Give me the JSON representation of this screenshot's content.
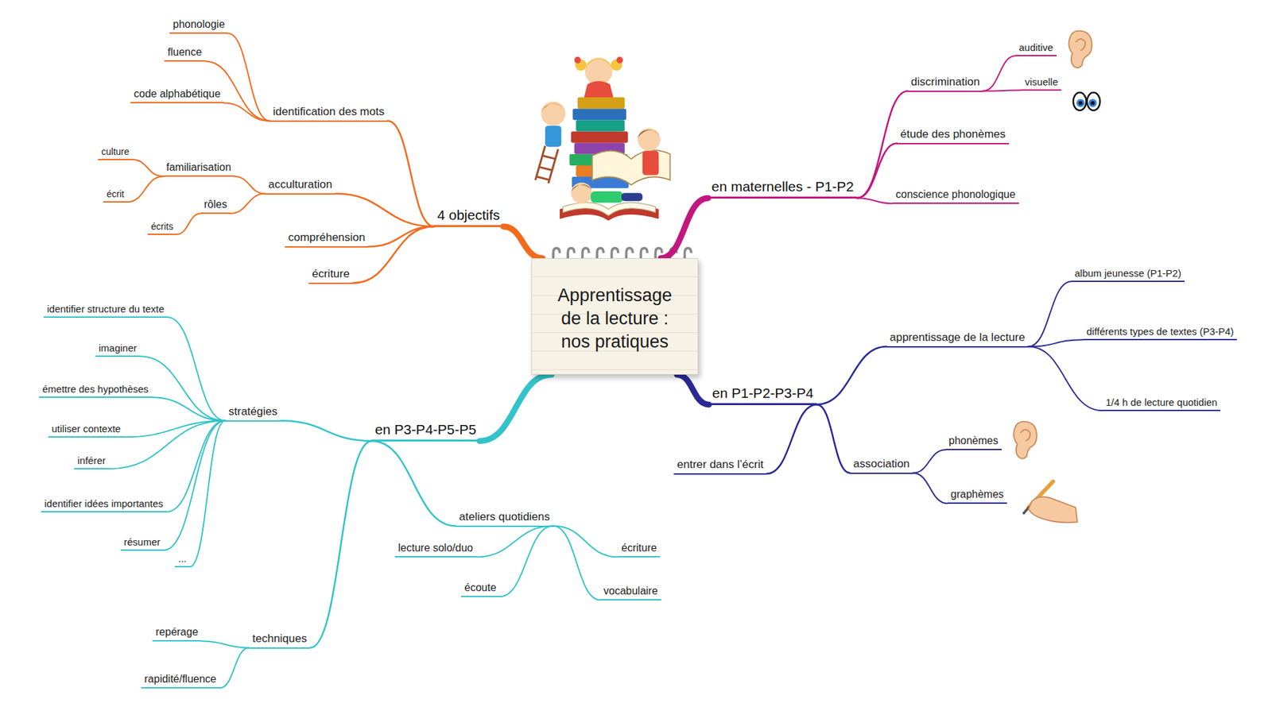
{
  "diagram": {
    "nodes": [
      {
        "text": [
          "Apprentissage de la lecture : nos pratiques"
        ]
      },
      {
        "text": [
          "4 objectifs"
        ]
      },
      {
        "text": [
          "identification des mots"
        ]
      },
      {
        "text": [
          "phonologie"
        ]
      },
      {
        "text": [
          "fluence"
        ]
      },
      {
        "text": [
          "code alphabétique"
        ]
      },
      {
        "text": [
          "acculturation"
        ]
      },
      {
        "text": [
          "familiarisation"
        ]
      },
      {
        "text": [
          "culture"
        ]
      },
      {
        "text": [
          "écrit"
        ]
      },
      {
        "text": [
          "rôles"
        ]
      },
      {
        "text": [
          "écrits"
        ]
      },
      {
        "text": [
          "compréhension"
        ]
      },
      {
        "text": [
          "écriture"
        ]
      },
      {
        "text": [
          "en maternelles - P1-P2"
        ]
      },
      {
        "text": [
          "discrimination"
        ]
      },
      {
        "text": [
          "auditive"
        ]
      },
      {
        "text": [
          "visuelle"
        ]
      },
      {
        "text": [
          "étude des phonèmes"
        ]
      },
      {
        "text": [
          "conscience phonologique"
        ]
      },
      {
        "text": [
          "en P1-P2-P3-P4"
        ]
      },
      {
        "text": [
          "apprentissage de la lecture"
        ]
      },
      {
        "text": [
          "album jeunesse (P1-P2)"
        ]
      },
      {
        "text": [
          "différents types de textes (P3-P4)"
        ]
      },
      {
        "text": [
          "1/4 h de lecture quotidien"
        ]
      },
      {
        "text": [
          "entrer dans l’écrit"
        ]
      },
      {
        "text": [
          "association"
        ]
      },
      {
        "text": [
          "phonèmes"
        ]
      },
      {
        "text": [
          "graphèmes"
        ]
      },
      {
        "text": [
          "en P3-P4-P5-P5"
        ]
      },
      {
        "text": [
          "stratégies"
        ]
      },
      {
        "text": [
          "identifier structure du texte"
        ]
      },
      {
        "text": [
          "imaginer"
        ]
      },
      {
        "text": [
          "émettre des hypothèses"
        ]
      },
      {
        "text": [
          "utiliser contexte"
        ]
      },
      {
        "text": [
          "inférer"
        ]
      },
      {
        "text": [
          "identifier idées importantes"
        ]
      },
      {
        "text": [
          "résumer"
        ]
      },
      {
        "text": [
          "..."
        ]
      },
      {
        "text": [
          "ateliers quotidiens"
        ]
      },
      {
        "text": [
          "lecture solo/duo"
        ]
      },
      {
        "text": [
          "écoute"
        ]
      },
      {
        "text": [
          "écriture"
        ]
      },
      {
        "text": [
          "vocabulaire"
        ]
      },
      {
        "text": [
          "techniques"
        ]
      },
      {
        "text": [
          "repérage"
        ]
      },
      {
        "text": [
          "rapidité/fluence"
        ]
      }
    ],
    "edges": [
      {
        "from": 0,
        "to": 1,
        "arrow": "none"
      },
      {
        "from": 1,
        "to": 2,
        "arrow": "none"
      },
      {
        "from": 2,
        "to": 3,
        "arrow": "none"
      },
      {
        "from": 2,
        "to": 4,
        "arrow": "none"
      },
      {
        "from": 2,
        "to": 5,
        "arrow": "none"
      },
      {
        "from": 1,
        "to": 6,
        "arrow": "none"
      },
      {
        "from": 6,
        "to": 7,
        "arrow": "none"
      },
      {
        "from": 7,
        "to": 8,
        "arrow": "none"
      },
      {
        "from": 7,
        "to": 9,
        "arrow": "none"
      },
      {
        "from": 6,
        "to": 10,
        "arrow": "none"
      },
      {
        "from": 10,
        "to": 11,
        "arrow": "none"
      },
      {
        "from": 1,
        "to": 12,
        "arrow": "none"
      },
      {
        "from": 1,
        "to": 13,
        "arrow": "none"
      },
      {
        "from": 0,
        "to": 14,
        "arrow": "none"
      },
      {
        "from": 14,
        "to": 15,
        "arrow": "none"
      },
      {
        "from": 15,
        "to": 16,
        "arrow": "none"
      },
      {
        "from": 15,
        "to": 17,
        "arrow": "none"
      },
      {
        "from": 14,
        "to": 18,
        "arrow": "none"
      },
      {
        "from": 14,
        "to": 19,
        "arrow": "none"
      },
      {
        "from": 0,
        "to": 20,
        "arrow": "none"
      },
      {
        "from": 20,
        "to": 21,
        "arrow": "none"
      },
      {
        "from": 21,
        "to": 22,
        "arrow": "none"
      },
      {
        "from": 21,
        "to": 23,
        "arrow": "none"
      },
      {
        "from": 21,
        "to": 24,
        "arrow": "none"
      },
      {
        "from": 20,
        "to": 25,
        "arrow": "none"
      },
      {
        "from": 20,
        "to": 26,
        "arrow": "none"
      },
      {
        "from": 26,
        "to": 27,
        "arrow": "none"
      },
      {
        "from": 26,
        "to": 28,
        "arrow": "none"
      },
      {
        "from": 0,
        "to": 29,
        "arrow": "none"
      },
      {
        "from": 29,
        "to": 30,
        "arrow": "none"
      },
      {
        "from": 30,
        "to": 31,
        "arrow": "none"
      },
      {
        "from": 30,
        "to": 32,
        "arrow": "none"
      },
      {
        "from": 30,
        "to": 33,
        "arrow": "none"
      },
      {
        "from": 30,
        "to": 34,
        "arrow": "none"
      },
      {
        "from": 30,
        "to": 35,
        "arrow": "none"
      },
      {
        "from": 30,
        "to": 36,
        "arrow": "none"
      },
      {
        "from": 30,
        "to": 37,
        "arrow": "none"
      },
      {
        "from": 30,
        "to": 38,
        "arrow": "none"
      },
      {
        "from": 29,
        "to": 39,
        "arrow": "none"
      },
      {
        "from": 39,
        "to": 40,
        "arrow": "none"
      },
      {
        "from": 39,
        "to": 41,
        "arrow": "none"
      },
      {
        "from": 39,
        "to": 42,
        "arrow": "none"
      },
      {
        "from": 39,
        "to": 43,
        "arrow": "none"
      },
      {
        "from": 29,
        "to": 44,
        "arrow": "none"
      },
      {
        "from": 44,
        "to": 45,
        "arrow": "none"
      },
      {
        "from": 44,
        "to": 46,
        "arrow": "none"
      }
    ]
  }
}
